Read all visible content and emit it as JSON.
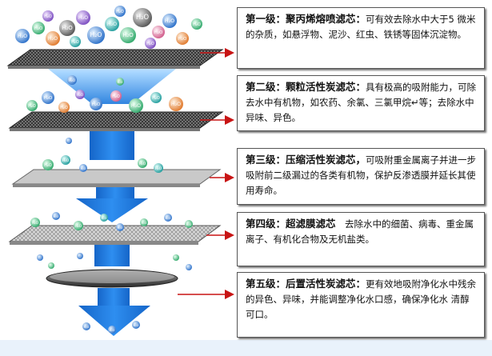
{
  "colors": {
    "arrow_blue": "#1f7fe0",
    "arrow_light": "#e6f3ff",
    "pointer_red": "#c81414",
    "mesh_dark": "#3a3a3a",
    "bottom_band": "#e9f2fb"
  },
  "particles": {
    "label": "H₂O"
  },
  "stages": [
    {
      "title": "第一级：聚丙烯熔喷滤芯：",
      "text": "可有效去除水中大于5 微米的杂质，如悬浮物、泥沙、红虫、铁锈等固体沉淀物。"
    },
    {
      "title": "第二级：颗粒活性炭滤芯：",
      "text": "具有极高的吸附能力，可除去水中有机物，如农药、余氯、三氯甲烷↵等；去除水中异味、异色。"
    },
    {
      "title": "第三级：压缩活性炭滤芯，",
      "text": "可吸附重金属离子并进一步吸附前二级漏过的各类有机物，保护反渗透膜并延长其使用寿命。"
    },
    {
      "title": "第四级：超滤膜滤芯",
      "text": "去除水中的细菌、病毒、重金属离子、有机化合物及无机盐类。"
    },
    {
      "title": "第五级：后置活性炭滤芯：",
      "text": "更有效地吸附净化水中残余的异色、异味，并能调整净化水口感，确保净化水 清醇可口。"
    }
  ]
}
